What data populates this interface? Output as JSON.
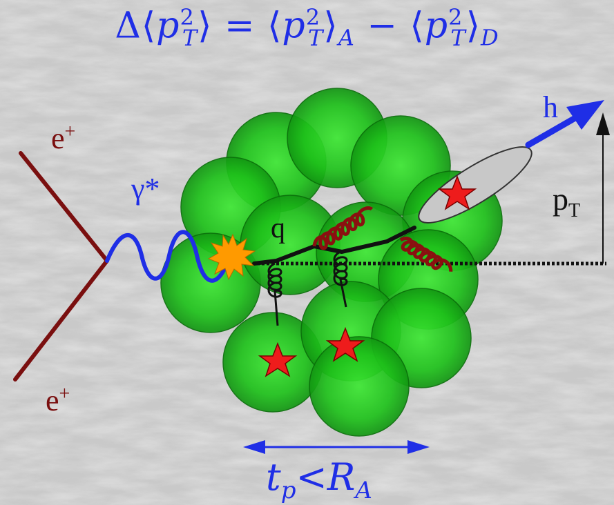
{
  "formula": {
    "delta": "Δ⟨",
    "p": "p",
    "sq": "2",
    "T": "T",
    "rangle": "⟩",
    "eq": " = ⟨",
    "sub_A": "A",
    "minus": " − ⟨",
    "sub_D": "D"
  },
  "labels": {
    "positron_top": "e",
    "positron_bottom": "e",
    "plus": "+",
    "photon": "γ*",
    "quark": "q",
    "hadron": "h",
    "pt": "p",
    "pt_sub": "T",
    "tp": "t",
    "tp_sub": "p",
    "lt": "<",
    "RA": "R",
    "RA_sub": "A"
  },
  "colors": {
    "positron": "#7a0f0f",
    "photon": "#1f2ee6",
    "nucleon": "#22c91e",
    "gluon": "#8a1010",
    "star": "#ee1c1c",
    "vertex": "#ff9a00",
    "hadron_arrow": "#1f2ee6",
    "fragmentation": "#c8c8c8"
  }
}
